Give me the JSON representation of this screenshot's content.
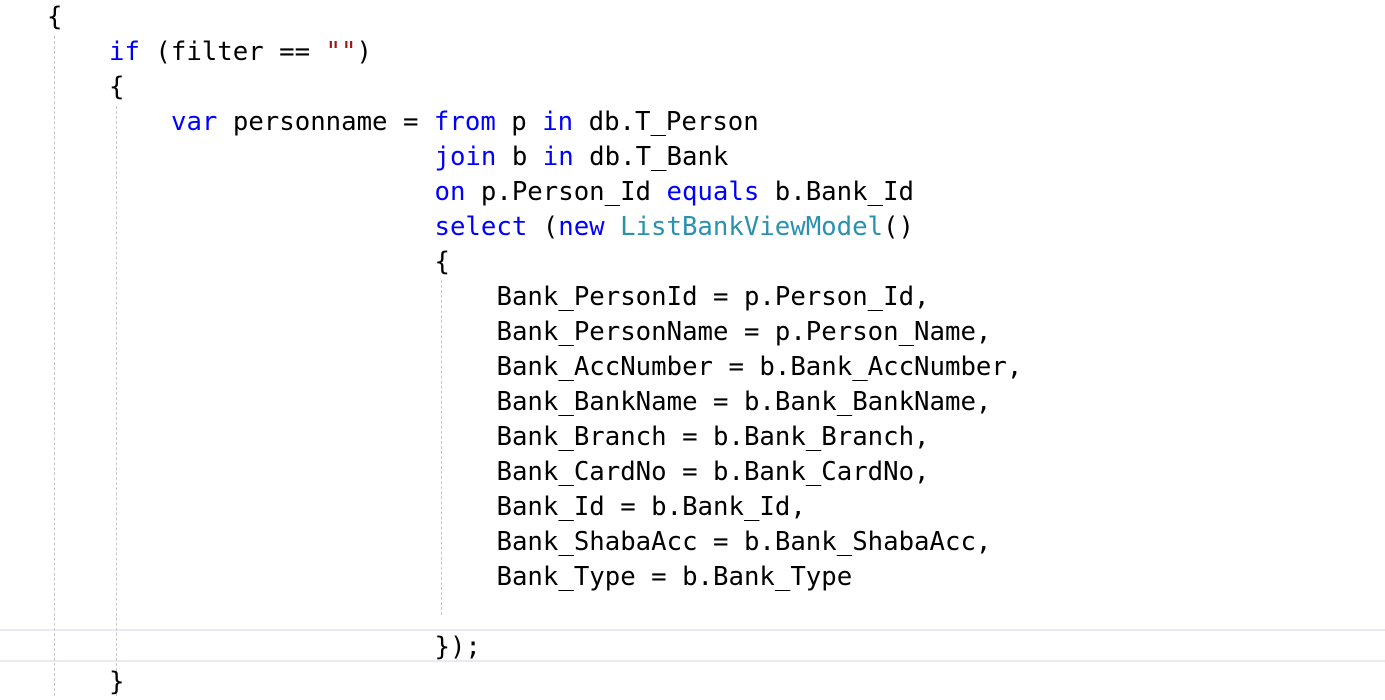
{
  "editor": {
    "colors": {
      "keyword": "#0000ff",
      "type": "#2b91af",
      "string": "#a31515",
      "text": "#000000"
    },
    "current_line": 19,
    "lines": [
      {
        "indent": 0,
        "tokens": [
          [
            "{",
            "pl"
          ]
        ]
      },
      {
        "indent": 4,
        "tokens": [
          [
            "if",
            "kw"
          ],
          [
            " (filter == ",
            "pl"
          ],
          [
            "\"\"",
            "st"
          ],
          [
            ")",
            "pl"
          ]
        ]
      },
      {
        "indent": 4,
        "tokens": [
          [
            "{",
            "pl"
          ]
        ]
      },
      {
        "indent": 8,
        "tokens": [
          [
            "var",
            "kw"
          ],
          [
            " personname = ",
            "pl"
          ],
          [
            "from",
            "kw"
          ],
          [
            " p ",
            "pl"
          ],
          [
            "in",
            "kw"
          ],
          [
            " db.T_Person",
            "pl"
          ]
        ]
      },
      {
        "indent": 25,
        "tokens": [
          [
            "join",
            "kw"
          ],
          [
            " b ",
            "pl"
          ],
          [
            "in",
            "kw"
          ],
          [
            " db.T_Bank",
            "pl"
          ]
        ]
      },
      {
        "indent": 25,
        "tokens": [
          [
            "on",
            "kw"
          ],
          [
            " p.Person_Id ",
            "pl"
          ],
          [
            "equals",
            "kw"
          ],
          [
            " b.Bank_Id",
            "pl"
          ]
        ]
      },
      {
        "indent": 25,
        "tokens": [
          [
            "select",
            "kw"
          ],
          [
            " (",
            "pl"
          ],
          [
            "new",
            "kw"
          ],
          [
            " ",
            "pl"
          ],
          [
            "ListBankViewModel",
            "ty"
          ],
          [
            "()",
            "pl"
          ]
        ]
      },
      {
        "indent": 25,
        "tokens": [
          [
            "{",
            "pl"
          ]
        ]
      },
      {
        "indent": 29,
        "tokens": [
          [
            "Bank_PersonId = p.Person_Id,",
            "pl"
          ]
        ]
      },
      {
        "indent": 29,
        "tokens": [
          [
            "Bank_PersonName = p.Person_Name,",
            "pl"
          ]
        ]
      },
      {
        "indent": 29,
        "tokens": [
          [
            "Bank_AccNumber = b.Bank_AccNumber,",
            "pl"
          ]
        ]
      },
      {
        "indent": 29,
        "tokens": [
          [
            "Bank_BankName = b.Bank_BankName,",
            "pl"
          ]
        ]
      },
      {
        "indent": 29,
        "tokens": [
          [
            "Bank_Branch = b.Bank_Branch,",
            "pl"
          ]
        ]
      },
      {
        "indent": 29,
        "tokens": [
          [
            "Bank_CardNo = b.Bank_CardNo,",
            "pl"
          ]
        ]
      },
      {
        "indent": 29,
        "tokens": [
          [
            "Bank_Id = b.Bank_Id,",
            "pl"
          ]
        ]
      },
      {
        "indent": 29,
        "tokens": [
          [
            "Bank_ShabaAcc = b.Bank_ShabaAcc,",
            "pl"
          ]
        ]
      },
      {
        "indent": 29,
        "tokens": [
          [
            "Bank_Type = b.Bank_Type",
            "pl"
          ]
        ]
      },
      {
        "indent": 0,
        "tokens": []
      },
      {
        "indent": 25,
        "tokens": [
          [
            "});",
            "pl"
          ]
        ]
      },
      {
        "indent": 4,
        "tokens": [
          [
            "}",
            "pl"
          ]
        ]
      }
    ]
  }
}
